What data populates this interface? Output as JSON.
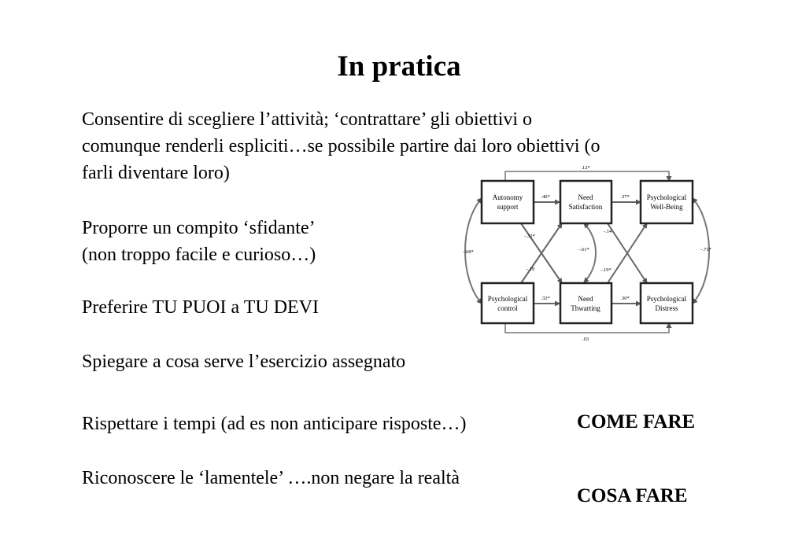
{
  "slide": {
    "title": "In pratica",
    "paragraphs": {
      "p1": [
        "Consentire di scegliere l’attività; ‘contrattare’ gli obiettivi o",
        "comunque renderli espliciti…se possibile partire dai loro obiettivi (o",
        "farli diventare loro)"
      ],
      "p2": [
        "Proporre un compito ‘sfidante’",
        "(non troppo facile e curioso…)"
      ],
      "p3": "Preferire TU PUOI a TU DEVI",
      "p4": "Spiegare a cosa serve l’esercizio assegnato",
      "p5": "Rispettare i tempi (ad es non anticipare risposte…)",
      "p6": "Riconoscere le ‘lamentele’ ….non negare la realtà"
    },
    "labels": {
      "come_fare": "COME FARE",
      "cosa_fare": "COSA FARE"
    }
  },
  "diagram": {
    "nodes": {
      "autonomy_l1": "Autonomy",
      "autonomy_l2": "support",
      "need_sat_l1": "Need",
      "need_sat_l2": "Satisfaction",
      "wellbeing_l1": "Psychological",
      "wellbeing_l2": "Well-Being",
      "control_l1": "Psychological",
      "control_l2": "control",
      "thwart_l1": "Need",
      "thwart_l2": "Thwarting",
      "distress_l1": "Psychological",
      "distress_l2": "Distress"
    },
    "coefficients": {
      "top_curve": ".12*",
      "bottom_curve": ".03",
      "auto_to_sat": ".40*",
      "sat_to_wb": ".37*",
      "ctrl_to_thwart": ".32*",
      "thwart_to_distress": ".30*",
      "auto_to_thwart": "-.32*",
      "ctrl_to_sat": "-.19",
      "sat_to_distress": "-.14",
      "thwart_to_wb": "-.19*",
      "left_curve": "-.68*",
      "middle_curve": "-.61*",
      "right_curve": "-.71*"
    }
  }
}
